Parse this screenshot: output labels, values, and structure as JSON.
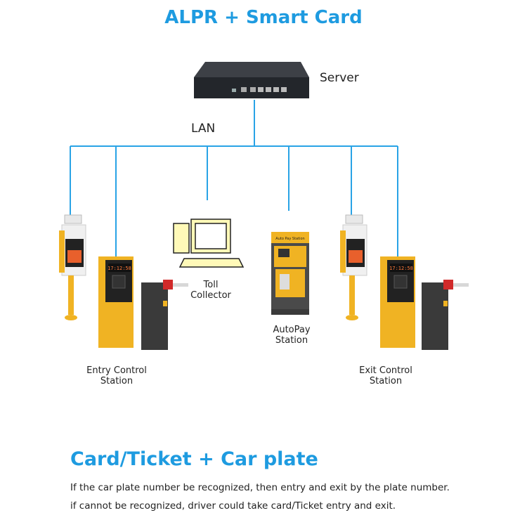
{
  "title": "ALPR + Smart Card",
  "labels": {
    "server": "Server",
    "lan": "LAN",
    "toll_line1": "Toll",
    "toll_line2": "Collector",
    "autopay_line1": "AutoPay",
    "autopay_line2": "Station",
    "entry_line1": "Entry Control",
    "entry_line2": "Station",
    "exit_line1": "Exit Control",
    "exit_line2": "Station"
  },
  "kiosk_screen_text": "Auto Pay Station",
  "display_time": "17:12:58",
  "subtitle": "Card/Ticket + Car plate",
  "description": [
    "If the car plate number be recognized, then entry  and exit by the plate number.",
    "if cannot be recognized, driver could take card/Ticket entry and exit."
  ],
  "colors": {
    "accent": "#1e9be0",
    "network_line": "#29a3e6",
    "equipment_yellow": "#f0b323",
    "barrier_gray": "#3a3a3a"
  }
}
